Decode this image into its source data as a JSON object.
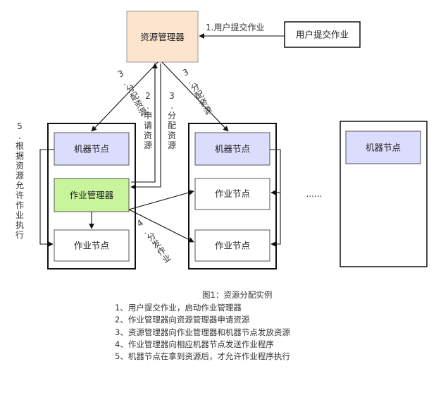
{
  "colors": {
    "resource_manager_fill": "#fce4cf",
    "job_manager_fill": "#c8f49c",
    "machine_node_fill": "#dcdcfc",
    "node_fill": "#ffffff",
    "stroke": "#111111"
  },
  "diagram": {
    "resource_manager": "资源管理器",
    "user_box": "用户提交作业",
    "job_manager": "作业管理器",
    "machine_node": "机器节点",
    "job_node": "作业节点",
    "ellipsis": "......",
    "edges": {
      "e1": "1.用户提交作业",
      "e2": "2.申请资源",
      "e3_left": "3.分配资源",
      "e3_mid": "3.分配资源",
      "e3_right": "3.分配资源",
      "e4": "4.分发作业",
      "e5": "5.根据资源允许作业执行"
    }
  },
  "caption": {
    "title": "图1：资源分配实例",
    "items": [
      "1、用户提交作业，启动作业管理器",
      "2、作业管理器向资源管理器申请资源",
      "3、资源管理器向作业管理器和机器节点发放资源",
      "4、作业管理器向相应机器节点发送作业程序",
      "5、机器节点在拿到资源后，才允许作业程序执行"
    ]
  }
}
